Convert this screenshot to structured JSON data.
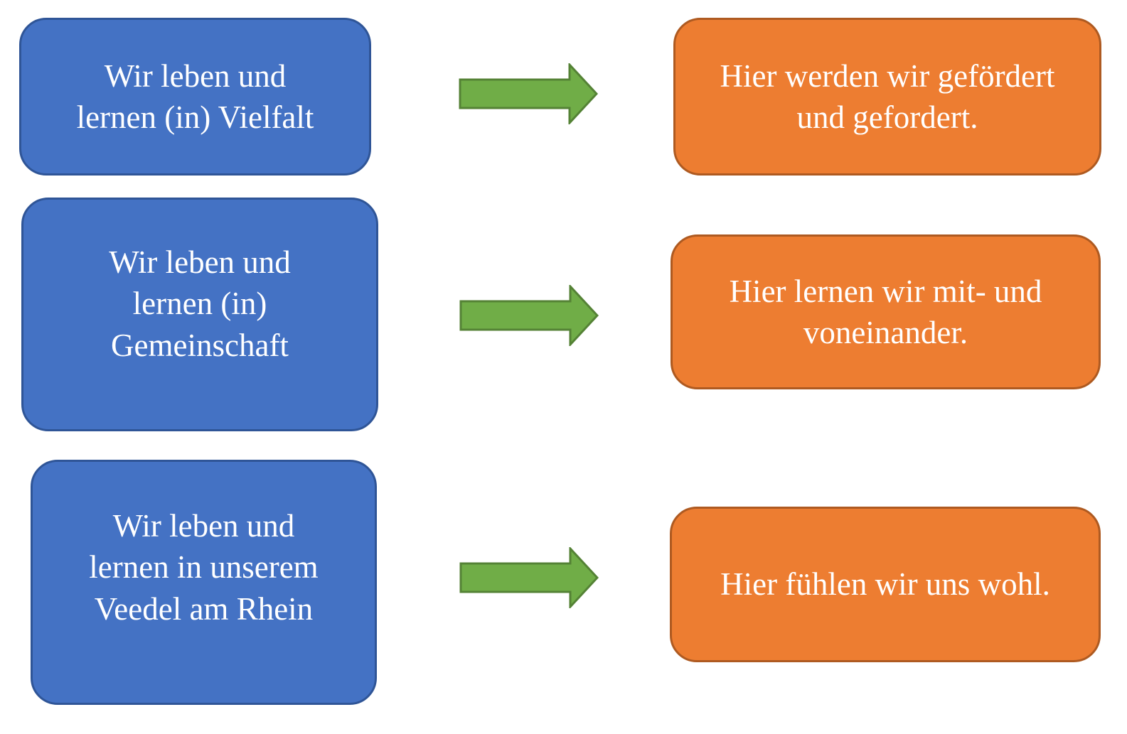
{
  "diagram": {
    "type": "flow-mapping",
    "connector": "right-arrow",
    "rows": [
      {
        "source": "Wir leben und\nlernen (in) Vielfalt",
        "target": "Hier werden wir gefördert\nund gefordert."
      },
      {
        "source": "Wir leben und\nlernen (in)\nGemeinschaft",
        "target": "Hier lernen wir mit- und\nvoneinander."
      },
      {
        "source": "Wir leben und\nlernen in unserem\nVeedel am Rhein",
        "target": "Hier fühlen wir uns wohl."
      }
    ],
    "colors": {
      "source_fill": "#4472C4",
      "source_border": "#2F5597",
      "target_fill": "#ED7D31",
      "target_border": "#AE5A21",
      "arrow_fill": "#70AD47",
      "arrow_border": "#548235",
      "text": "#FFFFFF",
      "background": "#FFFFFF"
    }
  }
}
